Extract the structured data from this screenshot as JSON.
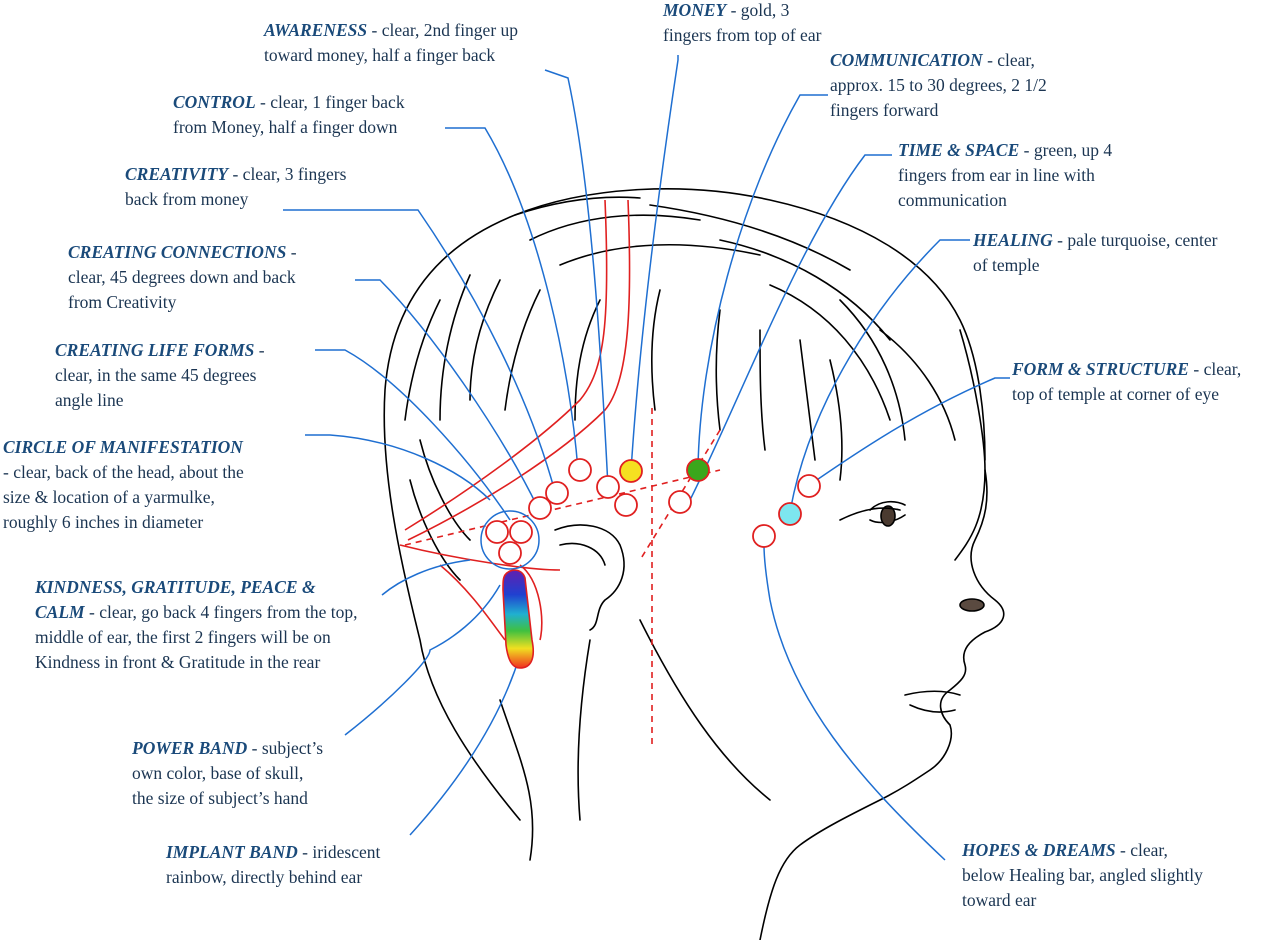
{
  "colors": {
    "leader": "#1f6fd1",
    "point_outline": "#e02020",
    "head_outline": "#000000",
    "label_title": "#1a4a7a",
    "label_text": "#1b3552",
    "money_fill": "#f5e020",
    "time_space_fill": "#3aa71c",
    "healing_fill": "#7de6ef"
  },
  "labels": {
    "awareness": {
      "title": "AWARENESS",
      "sep": " - ",
      "line1": "clear, 2nd finger up",
      "line2": "toward money, half a finger back"
    },
    "money": {
      "title": "MONEY",
      "sep": " - ",
      "line1": "gold, 3",
      "line2": "fingers from top of ear"
    },
    "communication": {
      "title": "COMMUNICATION",
      "sep": " - ",
      "line1": "clear,",
      "line2": "approx. 15 to 30 degrees, 2 1/2",
      "line3": "fingers forward"
    },
    "control": {
      "title": "CONTROL",
      "sep": " - ",
      "line1": "clear, 1 finger back",
      "line2": "from Money, half a finger down"
    },
    "time_space": {
      "title": "TIME & SPACE",
      "sep": " - ",
      "line1": "green, up 4",
      "line2": "fingers from ear in line with",
      "line3": "communication"
    },
    "creativity": {
      "title": "CREATIVITY",
      "sep": " - ",
      "line1": "clear, 3 fingers",
      "line2": "back from money"
    },
    "healing": {
      "title": "HEALING",
      "sep": " - ",
      "line1": "pale turquoise, center",
      "line2": "of temple"
    },
    "creating_connections": {
      "title": "CREATING CONNECTIONS",
      "sep": " -",
      "line1": "",
      "line2": "clear, 45 degrees down and back",
      "line3": "from Creativity"
    },
    "creating_life_forms": {
      "title": "CREATING LIFE FORMS",
      "sep": " -",
      "line1": "",
      "line2": "clear, in the same 45 degrees",
      "line3": "angle line"
    },
    "form_structure": {
      "title": "FORM & STRUCTURE",
      "sep": " - ",
      "line1": "clear,",
      "line2": "top of temple at corner of eye"
    },
    "circle_manifestation": {
      "title": "CIRCLE OF MANIFESTATION",
      "line2": "- clear, back of the head, about the",
      "line3": "size & location of a yarmulke,",
      "line4": "roughly 6 inches in diameter"
    },
    "kindness": {
      "title": "KINDNESS, GRATITUDE, PEACE &",
      "title2": "CALM",
      "sep": " - ",
      "line1": "clear, go back 4 fingers from the top,",
      "line2": "middle of ear, the first 2 fingers will be on",
      "line3": "Kindness in front & Gratitude in the rear"
    },
    "power_band": {
      "title": "POWER BAND",
      "sep": " - ",
      "line1": "subject’s",
      "line2": "own color, base of skull,",
      "line3": "the size of subject’s hand"
    },
    "implant_band": {
      "title": "IMPLANT BAND",
      "sep": " - ",
      "line1": "iridescent",
      "line2": "rainbow, directly behind ear"
    },
    "hopes_dreams": {
      "title": "HOPES & DREAMS",
      "sep": " - ",
      "line1": "clear,",
      "line2": "below Healing bar, angled slightly",
      "line3": "toward ear"
    }
  }
}
